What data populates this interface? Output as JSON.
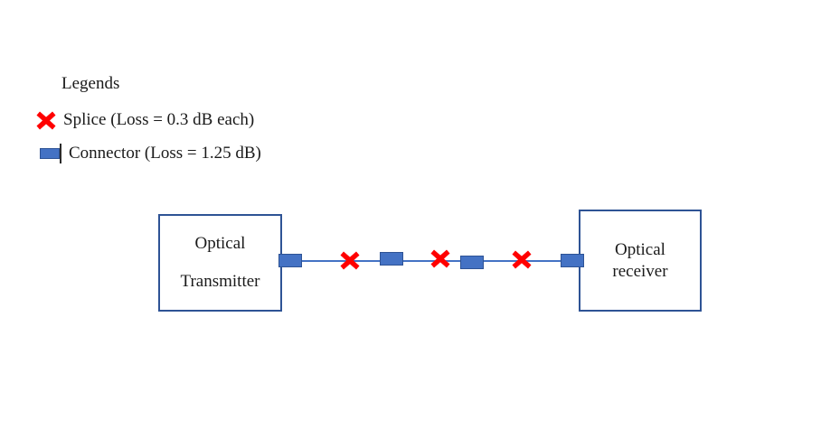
{
  "legend": {
    "title": "Legends",
    "items": [
      {
        "icon": "splice-x-icon",
        "label": "Splice (Loss = 0.3 dB each)"
      },
      {
        "icon": "connector-rect-icon",
        "label": "Connector (Loss = 1.25 dB)"
      }
    ]
  },
  "diagram": {
    "transmitter": {
      "line1": "Optical",
      "line2": "Transmitter"
    },
    "receiver": {
      "line1": "Optical",
      "line2": "receiver"
    },
    "link_elements": [
      {
        "type": "connector",
        "name": "connector-1"
      },
      {
        "type": "splice",
        "name": "splice-1"
      },
      {
        "type": "connector",
        "name": "connector-2"
      },
      {
        "type": "splice",
        "name": "splice-2"
      },
      {
        "type": "connector",
        "name": "connector-3"
      },
      {
        "type": "splice",
        "name": "splice-3"
      },
      {
        "type": "connector",
        "name": "connector-4"
      }
    ]
  },
  "colors": {
    "box_border": "#2E5395",
    "connector_fill": "#4472C4",
    "fiber_line": "#4472C4",
    "splice_red": "#FF0000",
    "text": "#1a1a1a"
  }
}
